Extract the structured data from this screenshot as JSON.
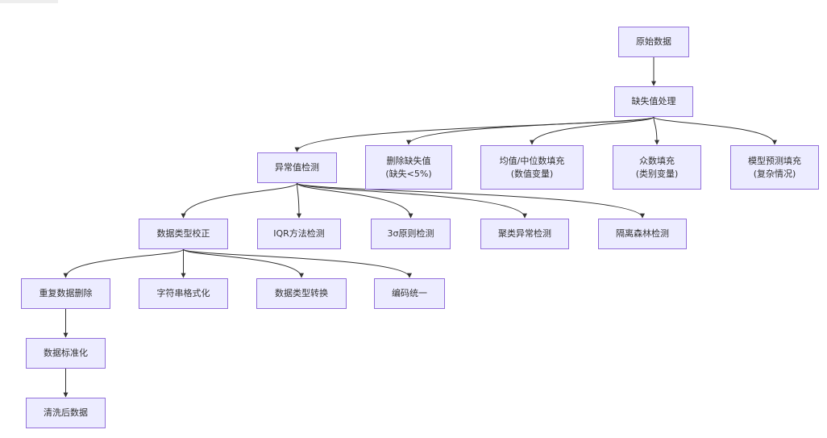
{
  "nodes": {
    "raw": {
      "label": "原始数据"
    },
    "missing": {
      "label": "缺失值处理"
    },
    "outlier": {
      "label": "异常值检测"
    },
    "del_missing": {
      "label": "删除缺失值",
      "sub": "(缺失<5%)"
    },
    "mean_fill": {
      "label": "均值/中位数填充",
      "sub": "(数值变量)"
    },
    "mode_fill": {
      "label": "众数填充",
      "sub": "(类别变量)"
    },
    "model_fill": {
      "label": "模型预测填充",
      "sub": "(复杂情况)"
    },
    "type_fix": {
      "label": "数据类型校正"
    },
    "iqr": {
      "label": "IQR方法检测"
    },
    "sigma": {
      "label": "3σ原则检测"
    },
    "cluster": {
      "label": "聚类异常检测"
    },
    "iforest": {
      "label": "隔离森林检测"
    },
    "dedup": {
      "label": "重复数据删除"
    },
    "str_fmt": {
      "label": "字符串格式化"
    },
    "type_conv": {
      "label": "数据类型转换"
    },
    "encoding": {
      "label": "编码统一"
    },
    "standardize": {
      "label": "数据标准化"
    },
    "clean": {
      "label": "清洗后数据"
    }
  },
  "edges": [
    [
      "raw",
      "missing"
    ],
    [
      "missing",
      "outlier"
    ],
    [
      "missing",
      "del_missing"
    ],
    [
      "missing",
      "mean_fill"
    ],
    [
      "missing",
      "mode_fill"
    ],
    [
      "missing",
      "model_fill"
    ],
    [
      "outlier",
      "type_fix"
    ],
    [
      "outlier",
      "iqr"
    ],
    [
      "outlier",
      "sigma"
    ],
    [
      "outlier",
      "cluster"
    ],
    [
      "outlier",
      "iforest"
    ],
    [
      "type_fix",
      "dedup"
    ],
    [
      "type_fix",
      "str_fmt"
    ],
    [
      "type_fix",
      "type_conv"
    ],
    [
      "type_fix",
      "encoding"
    ],
    [
      "dedup",
      "standardize"
    ],
    [
      "standardize",
      "clean"
    ]
  ],
  "colors": {
    "node_fill": "#ECECFF",
    "node_border": "#9370DB",
    "edge": "#333333",
    "text": "#333333"
  }
}
